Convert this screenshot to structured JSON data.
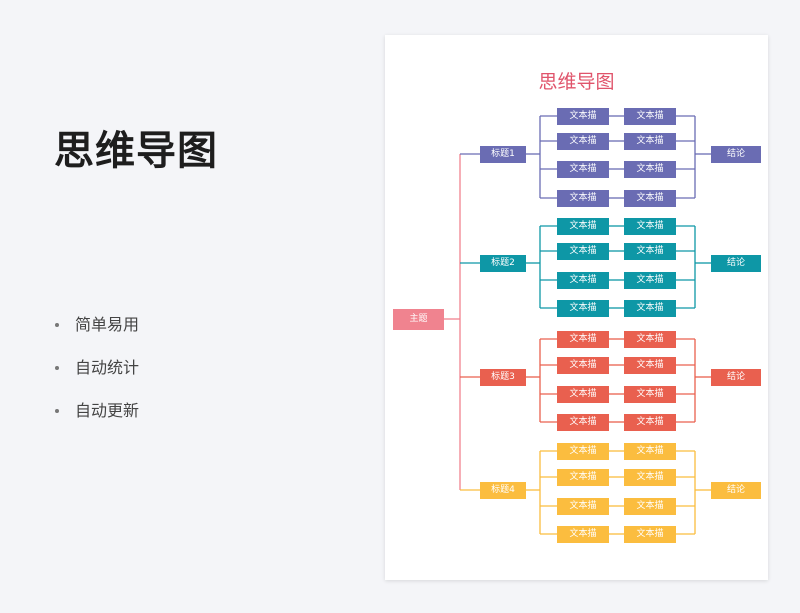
{
  "left_panel": {
    "title": "思维导图",
    "bullets": [
      "简单易用",
      "自动统计",
      "自动更新"
    ]
  },
  "mindmap": {
    "title": "思维导图",
    "root": {
      "label": "主题",
      "color": "#f0838f"
    },
    "branches": [
      {
        "label": "标题1",
        "color": "#6a6cb3",
        "conclusion": "结论",
        "rows": [
          [
            "文本描",
            "文本描"
          ],
          [
            "文本描",
            "文本描"
          ],
          [
            "文本描",
            "文本描"
          ],
          [
            "文本描",
            "文本描"
          ]
        ]
      },
      {
        "label": "标题2",
        "color": "#0e97a6",
        "conclusion": "结论",
        "rows": [
          [
            "文本描",
            "文本描"
          ],
          [
            "文本描",
            "文本描"
          ],
          [
            "文本描",
            "文本描"
          ],
          [
            "文本描",
            "文本描"
          ]
        ]
      },
      {
        "label": "标题3",
        "color": "#e9604f",
        "conclusion": "结论",
        "rows": [
          [
            "文本描",
            "文本描"
          ],
          [
            "文本描",
            "文本描"
          ],
          [
            "文本描",
            "文本描"
          ],
          [
            "文本描",
            "文本描"
          ]
        ]
      },
      {
        "label": "标题4",
        "color": "#fbbd3f",
        "conclusion": "结论",
        "rows": [
          [
            "文本描",
            "文本描"
          ],
          [
            "文本描",
            "文本描"
          ],
          [
            "文本描",
            "文本描"
          ],
          [
            "文本描",
            "文本描"
          ]
        ]
      }
    ]
  }
}
